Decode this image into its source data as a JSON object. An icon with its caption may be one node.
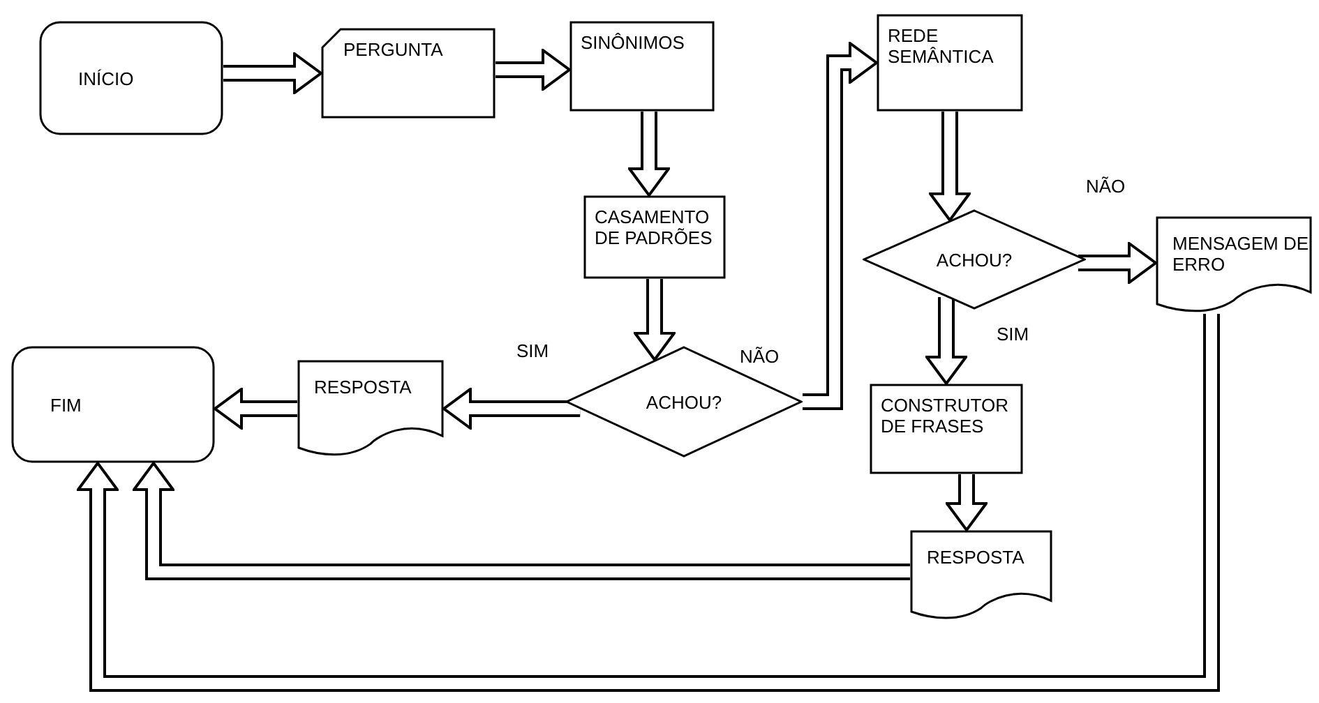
{
  "diagram": {
    "nodes": [
      {
        "text": [
          "INÍCIO"
        ]
      },
      {
        "text": [
          "PERGUNTA"
        ]
      },
      {
        "text": [
          "SINÔNIMOS"
        ]
      },
      {
        "text": [
          "CASAMENTO DE PADRÕES"
        ]
      },
      {
        "text": [
          "ACHOU?"
        ]
      },
      {
        "text": [
          "RESPOSTA"
        ]
      },
      {
        "text": [
          "FIM"
        ]
      },
      {
        "text": [
          "REDE SEMÂNTICA"
        ]
      },
      {
        "text": [
          "ACHOU?"
        ]
      },
      {
        "text": [
          "MENSAGEM DE ERRO"
        ]
      },
      {
        "text": [
          "CONSTRUTOR DE FRASES"
        ]
      },
      {
        "text": [
          "RESPOSTA"
        ]
      }
    ],
    "edges": [
      {
        "from": 0,
        "to": 1,
        "arrow": "to"
      },
      {
        "from": 1,
        "to": 2,
        "arrow": "to"
      },
      {
        "from": 2,
        "to": 3,
        "arrow": "to"
      },
      {
        "from": 3,
        "to": 4,
        "arrow": "to"
      },
      {
        "from": 4,
        "to": 5,
        "arrow": "to",
        "label": "SIM"
      },
      {
        "from": 5,
        "to": 6,
        "arrow": "to"
      },
      {
        "from": 4,
        "to": 7,
        "arrow": "to",
        "label": "NÃO"
      },
      {
        "from": 7,
        "to": 8,
        "arrow": "to"
      },
      {
        "from": 8,
        "to": 9,
        "arrow": "to",
        "label": "NÃO"
      },
      {
        "from": 8,
        "to": 10,
        "arrow": "to",
        "label": "SIM"
      },
      {
        "from": 10,
        "to": 11,
        "arrow": "to"
      },
      {
        "from": 11,
        "to": 6,
        "arrow": "to"
      },
      {
        "from": 9,
        "to": 6,
        "arrow": "to"
      }
    ]
  }
}
